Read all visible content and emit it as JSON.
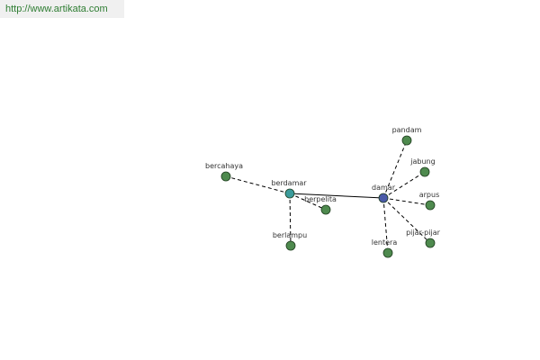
{
  "banner": {
    "url": "http://www.artikata.com"
  },
  "colors": {
    "leaf": "#4e8a4e",
    "hub_primary": "#4a5aa8",
    "hub_secondary": "#3b9b9b",
    "edge": "#000000"
  },
  "graph": {
    "nodes": [
      {
        "id": "damar",
        "label": "damar",
        "kind": "hub_primary"
      },
      {
        "id": "berdamar",
        "label": "berdamar",
        "kind": "hub_secondary"
      },
      {
        "id": "bercahaya",
        "label": "bercahaya",
        "kind": "leaf"
      },
      {
        "id": "berpelita",
        "label": "berpelita",
        "kind": "leaf"
      },
      {
        "id": "berlampu",
        "label": "berlampu",
        "kind": "leaf"
      },
      {
        "id": "pandam",
        "label": "pandam",
        "kind": "leaf"
      },
      {
        "id": "jabung",
        "label": "jabung",
        "kind": "leaf"
      },
      {
        "id": "arpus",
        "label": "arpus",
        "kind": "leaf"
      },
      {
        "id": "pijar-pijar",
        "label": "pijar-pijar",
        "kind": "leaf"
      },
      {
        "id": "lentera",
        "label": "lentera",
        "kind": "leaf"
      }
    ],
    "edges": [
      {
        "from": "berdamar",
        "to": "damar",
        "style": "solid"
      },
      {
        "from": "berdamar",
        "to": "bercahaya",
        "style": "dashed"
      },
      {
        "from": "berdamar",
        "to": "berpelita",
        "style": "dashed"
      },
      {
        "from": "berdamar",
        "to": "berlampu",
        "style": "dashed"
      },
      {
        "from": "damar",
        "to": "pandam",
        "style": "dashed"
      },
      {
        "from": "damar",
        "to": "jabung",
        "style": "dashed"
      },
      {
        "from": "damar",
        "to": "arpus",
        "style": "dashed"
      },
      {
        "from": "damar",
        "to": "pijar-pijar",
        "style": "dashed"
      },
      {
        "from": "damar",
        "to": "lentera",
        "style": "dashed"
      }
    ]
  }
}
